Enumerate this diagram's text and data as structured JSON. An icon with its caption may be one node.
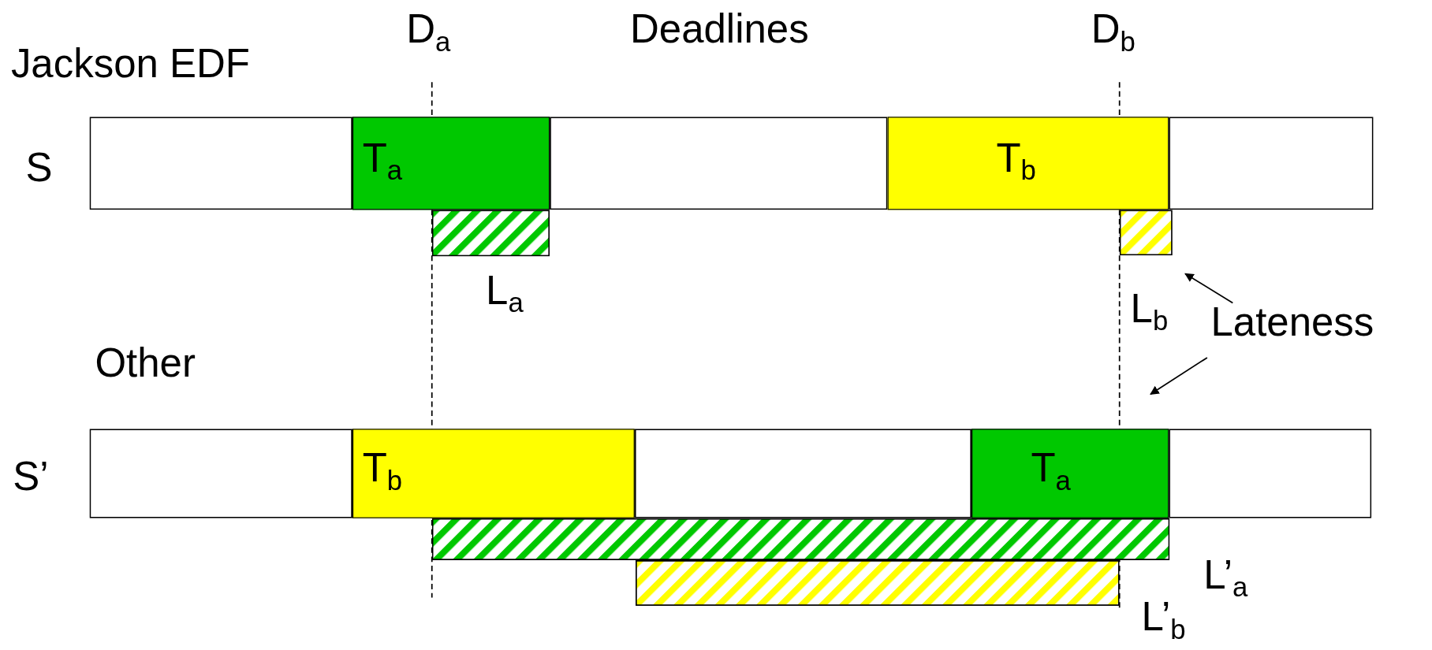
{
  "diagram": {
    "nodes": [
      {
        "text": [],
        "shape": "box"
      },
      {
        "text": [
          "T$_{a}$"
        ]
      },
      {
        "text": [],
        "shape": "box"
      },
      {
        "text": [
          "T$_{b}$"
        ]
      },
      {
        "text": [],
        "shape": "box"
      },
      {
        "text": [],
        "shape": "bar"
      },
      {
        "text": [],
        "shape": "bar"
      },
      {
        "text": [
          "Lateness"
        ]
      },
      {
        "text": [],
        "shape": "box"
      },
      {
        "text": [
          "T$_{b}$"
        ]
      },
      {
        "text": [],
        "shape": "box"
      },
      {
        "text": [
          "T$_{a}$"
        ]
      },
      {
        "text": [],
        "shape": "box"
      },
      {
        "text": [],
        "shape": "bar"
      },
      {
        "text": [],
        "shape": "bar"
      }
    ],
    "edges": [
      {
        "from": 7,
        "to": 6,
        "arrow": "to"
      },
      {
        "from": 7,
        "to": 11,
        "arrow": "to"
      }
    ],
    "labels": [
      "D$_{a}$",
      "Deadlines",
      "D$_{b}$",
      "Jackson EDF",
      "S",
      "L$_{a}$",
      "L$_{b}$",
      "Other",
      "S’",
      "L’$_{a}$",
      "L’$_{b}$"
    ]
  }
}
